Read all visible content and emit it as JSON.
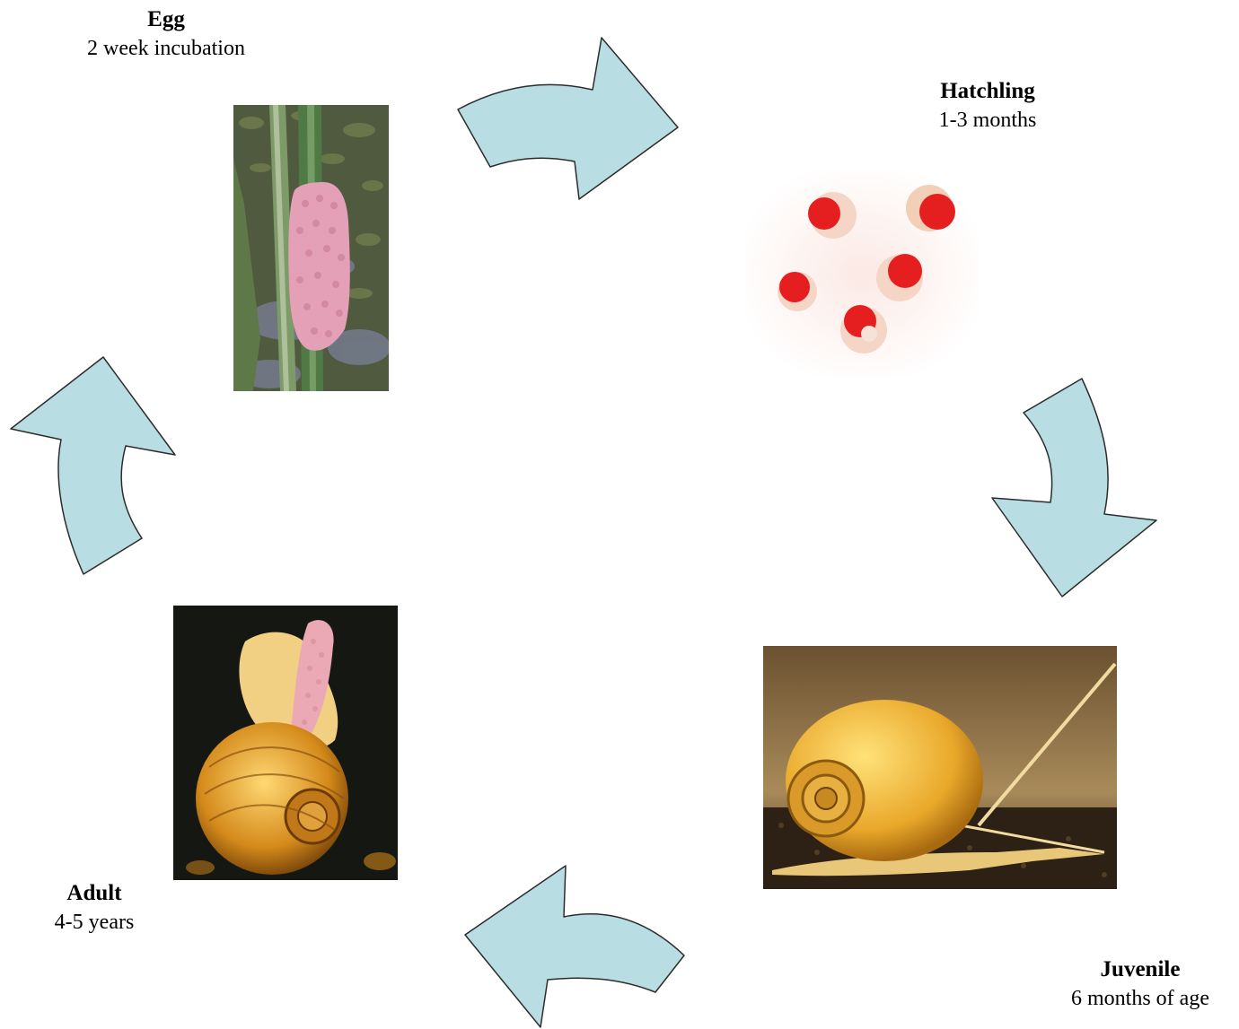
{
  "stages": [
    {
      "name": "Egg",
      "duration": "2 week incubation"
    },
    {
      "name": "Hatchling",
      "duration": "1-3 months"
    },
    {
      "name": "Juvenile",
      "duration": "6 months of age"
    },
    {
      "name": "Adult",
      "duration": "4-5 years"
    }
  ],
  "colors": {
    "arrow_fill": "#b8dde2",
    "arrow_stroke": "#2c2c2c",
    "egg_mass": "#e3a0b6",
    "hatchling_red": "#e51f1f",
    "shell_gold": "#e9a82a"
  }
}
